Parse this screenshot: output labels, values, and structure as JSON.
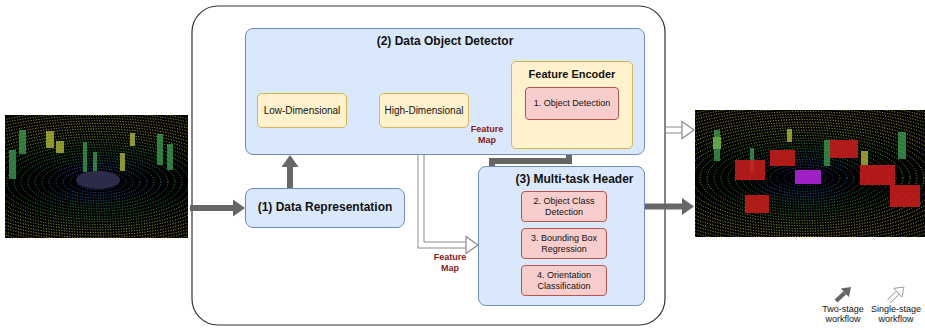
{
  "diagram": {
    "nodes": [
      {
        "text": [
          "(2) Data Object Detector"
        ]
      },
      {
        "text": [
          "Low-Dimensional"
        ],
        "in": 0
      },
      {
        "text": [
          "High-Dimensional"
        ],
        "in": 0
      },
      {
        "text": [
          "Feature Encoder"
        ],
        "in": 0
      },
      {
        "text": [
          "1. Object Detection"
        ],
        "in": 3
      },
      {
        "text": [
          "(1) Data Representation"
        ]
      },
      {
        "text": [
          "(3) Multi-task Header"
        ]
      },
      {
        "text": [
          "2. Object Class Detection"
        ],
        "in": 6
      },
      {
        "text": [
          "3. Bounding Box Regression"
        ],
        "in": 6
      },
      {
        "text": [
          "4. Orientation Classification"
        ],
        "in": 6
      }
    ],
    "edges": [
      {
        "from": 5,
        "to": 0,
        "arrow": "to"
      },
      {
        "from": 1,
        "to": 2,
        "arrow": "to"
      },
      {
        "from": 2,
        "to": 3,
        "arrow": "to"
      },
      {
        "from": 2,
        "to": 3,
        "arrow": "to"
      },
      {
        "from": 3,
        "to": 7,
        "arrow": "to"
      },
      {
        "from": 2,
        "to": 6,
        "arrow": "to"
      }
    ],
    "labels": [
      "Feature Map",
      "Feature Map"
    ],
    "legend": [
      {
        "text": "Two-stage workflow"
      },
      {
        "text": "Single-stage workflow"
      }
    ]
  }
}
